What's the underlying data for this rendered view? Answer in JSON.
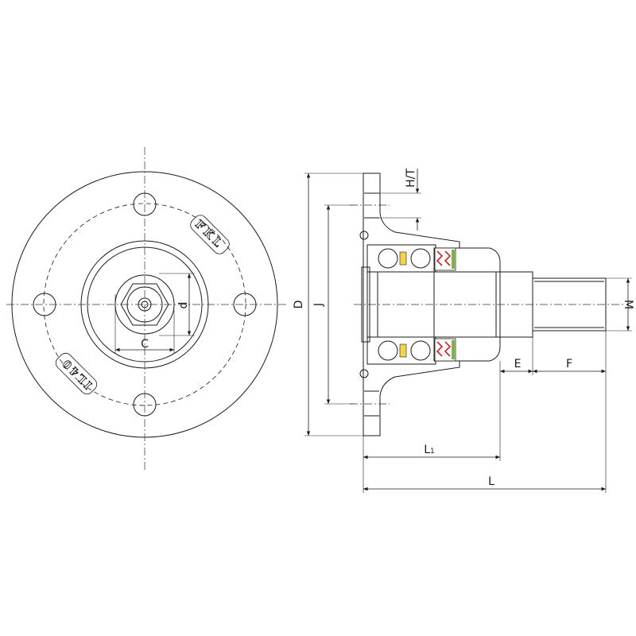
{
  "colors": {
    "housing": "#5e8fd1",
    "hub": "#4d4f4c",
    "shaft": "#bfc1c2",
    "ball": "#dde8f5",
    "seal": "#c4262e",
    "cage": "#f2d34a"
  },
  "front_view": {
    "logo_top": "FKL",
    "logo_bottom": "IL40",
    "dim_d": "d",
    "dim_c": "C"
  },
  "side_view": {
    "dim_h_t": "H/T",
    "dim_d_outer": "D",
    "dim_j": "J",
    "dim_m": "M",
    "dim_e": "E",
    "dim_f": "F",
    "dim_l1_main": "L",
    "dim_l1_sub": "1",
    "dim_l": "L"
  }
}
